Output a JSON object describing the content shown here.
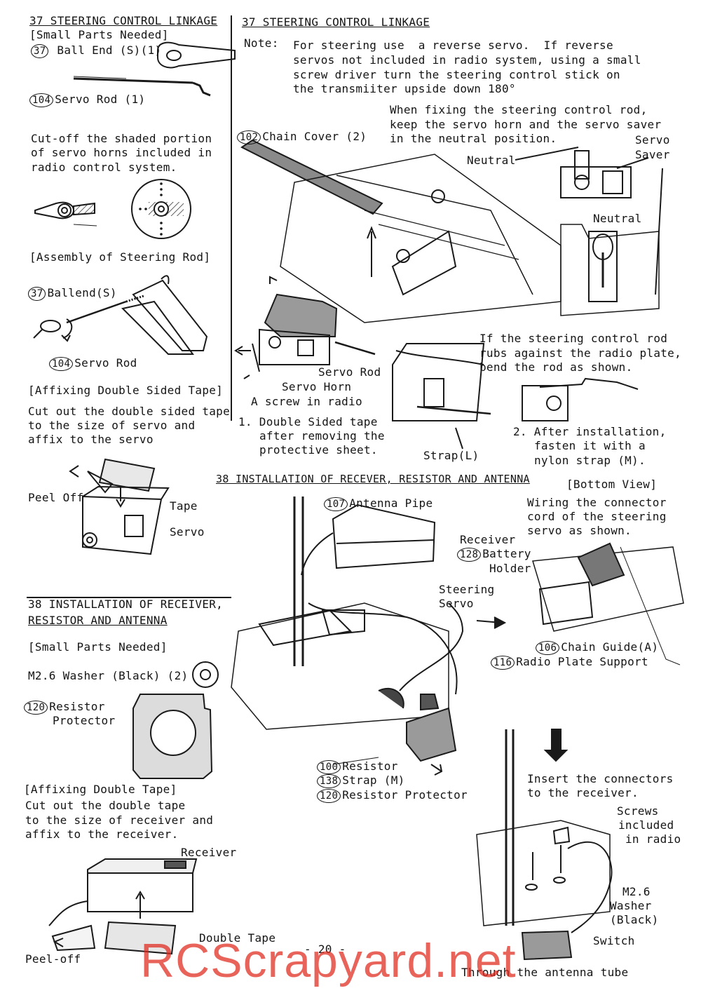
{
  "left": {
    "sec37_title": "37 STEERING CONTROL LINKAGE",
    "small_parts": "[Small Parts Needed]",
    "ball_end_num": "37",
    "ball_end": "Ball End (S)(1)",
    "servo_rod_num": "104",
    "servo_rod": "Servo Rod (1)",
    "cutoff_1": "Cut-off the shaded portion",
    "cutoff_2": "of servo horns included in",
    "cutoff_3": "radio control system.",
    "assembly_title": "[Assembly of Steering Rod]",
    "ballend_num": "37",
    "ballend": "Ballend(S)",
    "servo_rod2_num": "104",
    "servo_rod2": "Servo Rod",
    "affix_title": "[Affixing Double Sided Tape]",
    "affix_1": "Cut out the double sided tape",
    "affix_2": "to the size of servo and",
    "affix_3": "affix to the servo",
    "peel_off": "Peel Off",
    "tape": "Tape",
    "servo": "Servo",
    "sec38_title_1": "38 INSTALLATION OF RECEIVER,",
    "sec38_title_2": "RESISTOR AND ANTENNA",
    "small_parts2": "[Small Parts Needed]",
    "washer": "M2.6 Washer (Black) (2)",
    "resistor_prot_num": "120",
    "resistor_prot_1": "Resistor",
    "resistor_prot_2": "Protector",
    "affix2_title": "[Affixing Double Tape]",
    "affix2_1": "Cut out the double tape",
    "affix2_2": "to the size of receiver and",
    "affix2_3": "affix to the receiver.",
    "receiver": "Receiver",
    "double_tape": "Double Tape",
    "peel_off2": "Peel-off"
  },
  "right": {
    "sec37_title": "37 STEERING CONTROL LINKAGE",
    "note_label": "Note:",
    "note_1": "For steering use  a reverse servo.  If reverse",
    "note_2": "servos not included in radio system, using a small",
    "note_3": "screw driver turn the steering control stick on",
    "note_4": "the transmiiter upside down 180°",
    "fix_1": "When fixing the steering control rod,",
    "fix_2": "keep the servo horn and the servo saver",
    "fix_3": "in the neutral position.",
    "chain_cover_num": "102",
    "chain_cover": "Chain Cover (2)",
    "neutral": "Neutral",
    "servo_saver_1": "Servo",
    "servo_saver_2": "Saver",
    "neutral2": "Neutral",
    "servo_rod": "Servo Rod",
    "servo_horn": "Servo Horn",
    "screw_radio": "A screw in radio",
    "step1_1": "1. Double Sided tape",
    "step1_2": "after removing the",
    "step1_3": "protective sheet.",
    "rubs_1": "If the steering control rod",
    "rubs_2": "rubs against the radio plate,",
    "rubs_3": "bend the rod as shown.",
    "strap_l": "Strap(L)",
    "step2_1": "2. After installation,",
    "step2_2": "fasten it with a",
    "step2_3": "nylon strap (M).",
    "sec38_title": "38 INSTALLATION OF RECEVER, RESISTOR AND ANTENNA",
    "bottom_view": "[Bottom View]",
    "antenna_pipe_num": "107",
    "antenna_pipe": "Antenna Pipe",
    "wiring_1": "Wiring the connector",
    "wiring_2": "cord of the steering",
    "wiring_3": "servo as shown.",
    "receiver": "Receiver",
    "battery_num": "128",
    "battery_1": "Battery",
    "battery_2": "Holder",
    "steering_servo_1": "Steering",
    "steering_servo_2": "Servo",
    "chain_guide_num": "106",
    "chain_guide": "Chain Guide(A)",
    "plate_support_num": "116",
    "plate_support": "Radio Plate Support",
    "resistor_num": "100",
    "resistor": "Resistor",
    "strap_m_num": "138",
    "strap_m": "Strap (M)",
    "protector_num": "120",
    "protector": "Resistor Protector",
    "insert_1": "Insert the connectors",
    "insert_2": "to the receiver.",
    "screws_1": "Screws",
    "screws_2": "included",
    "screws_3": "in radio",
    "washer_1": "M2.6",
    "washer_2": "Washer",
    "washer_3": "(Black)",
    "switch": "Switch",
    "through": "Through the antenna tube"
  },
  "page_number": "- 20 -",
  "watermark": "RCScrapyard.net"
}
